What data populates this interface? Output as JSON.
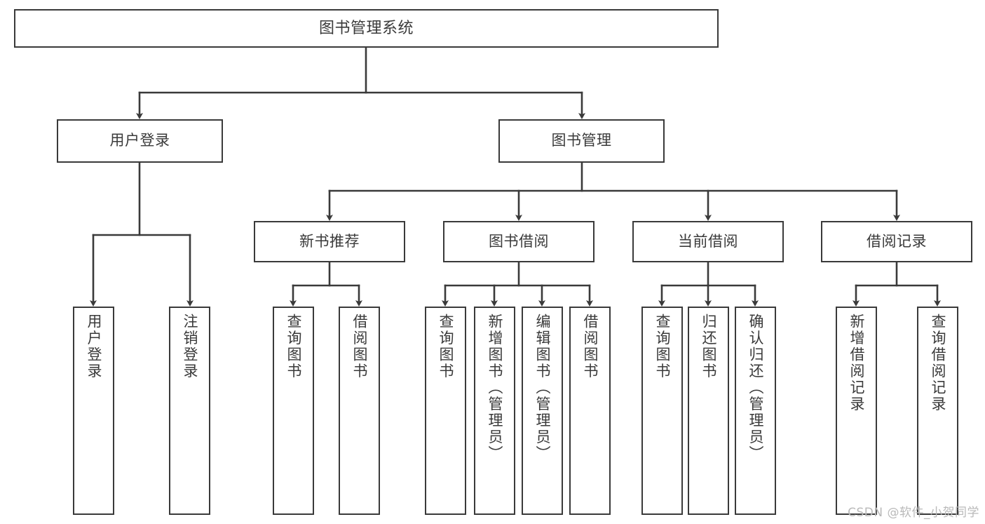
{
  "diagram": {
    "title": "图书管理系统",
    "type": "tree-hierarchy-diagram",
    "style": {
      "box_border_color": "#3a3a3a",
      "box_fill_color": "#ffffff",
      "text_color": "#3a3a3a",
      "background_color": "#ffffff",
      "connector_color": "#3a3a3a"
    },
    "nodes": {
      "root": {
        "label": "图书管理系统",
        "level": 1
      },
      "l2": [
        {
          "id": "user-login",
          "label": "用户登录",
          "level": 2
        },
        {
          "id": "book-manage",
          "label": "图书管理",
          "level": 2
        }
      ],
      "l3": [
        {
          "id": "new-book-recommend",
          "label": "新书推荐",
          "level": 3,
          "parent": "book-manage"
        },
        {
          "id": "book-borrow",
          "label": "图书借阅",
          "level": 3,
          "parent": "book-manage"
        },
        {
          "id": "current-borrow",
          "label": "当前借阅",
          "level": 3,
          "parent": "book-manage"
        },
        {
          "id": "borrow-record",
          "label": "借阅记录",
          "level": 3,
          "parent": "book-manage"
        }
      ],
      "leaves": [
        {
          "id": "leaf-user-login",
          "label": "用户登录",
          "parent": "user-login"
        },
        {
          "id": "leaf-logout-login",
          "label": "注销登录",
          "parent": "user-login"
        },
        {
          "id": "leaf-query-book-1",
          "label": "查询图书",
          "parent": "new-book-recommend"
        },
        {
          "id": "leaf-borrow-book-1",
          "label": "借阅图书",
          "parent": "new-book-recommend"
        },
        {
          "id": "leaf-query-book-2",
          "label": "查询图书",
          "parent": "book-borrow"
        },
        {
          "id": "leaf-add-book",
          "label": "新增图书（管理员）",
          "parent": "book-borrow"
        },
        {
          "id": "leaf-edit-book",
          "label": "编辑图书（管理员）",
          "parent": "book-borrow"
        },
        {
          "id": "leaf-borrow-book-2",
          "label": "借阅图书",
          "parent": "book-borrow"
        },
        {
          "id": "leaf-query-book-3",
          "label": "查询图书",
          "parent": "current-borrow"
        },
        {
          "id": "leaf-return-book",
          "label": "归还图书",
          "parent": "current-borrow"
        },
        {
          "id": "leaf-confirm-return",
          "label": "确认归还（管理员）",
          "parent": "current-borrow"
        },
        {
          "id": "leaf-add-record",
          "label": "新增借阅记录",
          "parent": "borrow-record"
        },
        {
          "id": "leaf-query-record",
          "label": "查询借阅记录",
          "parent": "borrow-record"
        }
      ]
    },
    "watermark": "CSDN @软件_小贺同学"
  }
}
